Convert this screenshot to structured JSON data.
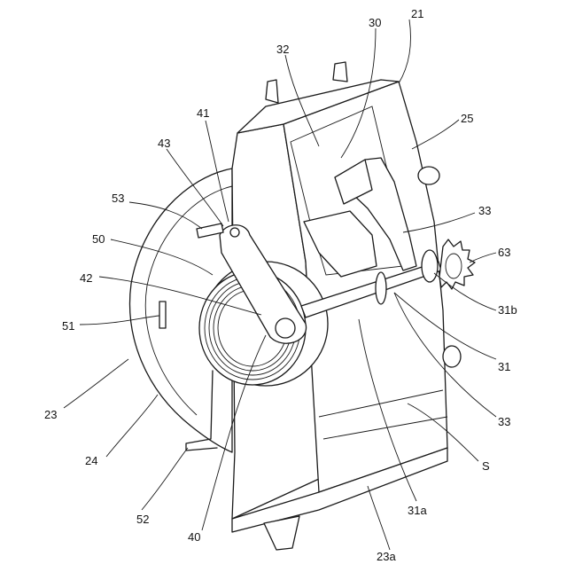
{
  "labels": {
    "l21": "21",
    "l30": "30",
    "l32": "32",
    "l25": "25",
    "l41": "41",
    "l43": "43",
    "l53": "53",
    "l33a": "33",
    "l50": "50",
    "l63": "63",
    "l42": "42",
    "l31b": "31b",
    "l51": "51",
    "l31": "31",
    "l23": "23",
    "l33b": "33",
    "l24": "24",
    "lS": "S",
    "l52": "52",
    "l40": "40",
    "l31a": "31a",
    "l23a": "23a"
  }
}
